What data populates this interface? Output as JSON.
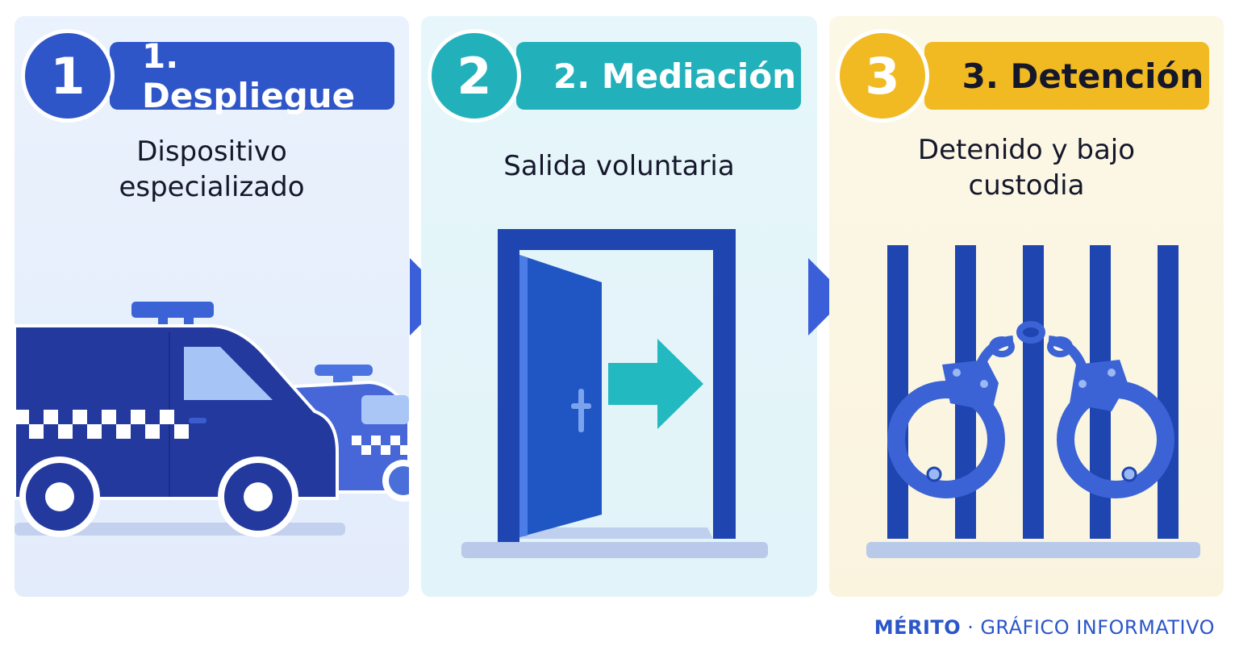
{
  "steps": [
    {
      "number": "1",
      "title": "1. Despliegue",
      "caption_line1": "Dispositivo",
      "caption_line2": "especializado"
    },
    {
      "number": "2",
      "title": "2. Mediación",
      "caption_line1": "Salida voluntaria"
    },
    {
      "number": "3",
      "title": "3. Detención",
      "caption_line1": "Detenido y bajo",
      "caption_line2": "custodia"
    }
  ],
  "footer": {
    "brand": "MÉRITO",
    "separator": "·",
    "tagline": "GRÁFICO INFORMATIVO"
  },
  "colors": {
    "step1": "#2f56c8",
    "step2": "#22b1bb",
    "step3": "#f1ba22",
    "navy": "#1e3a9c",
    "accent_blue": "#3b5fd9",
    "teal": "#22b9c1"
  },
  "icons": [
    "police-van-icon",
    "police-car-icon",
    "open-door-icon",
    "exit-arrow-icon",
    "jail-bars-icon",
    "handcuffs-icon",
    "chevron-right-icon"
  ]
}
